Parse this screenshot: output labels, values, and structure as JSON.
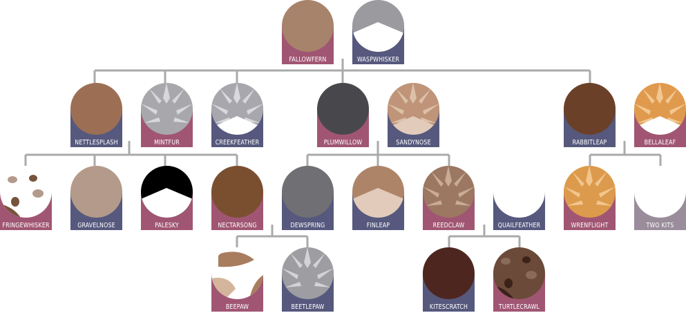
{
  "colors": {
    "female": "#a05672",
    "male": "#56597d",
    "unknown": "#9a8c9a",
    "connector": "#aaaaaa"
  },
  "cats": [
    {
      "id": "fallowfern",
      "name": "FALLOWFERN",
      "sex": "female",
      "pelt": "solid",
      "c1": "#a8836b"
    },
    {
      "id": "waspwhisker",
      "name": "WASPWHISKER",
      "sex": "male",
      "pelt": "bicolor",
      "c1": "#9b9a9f"
    },
    {
      "id": "nettlesplash",
      "name": "NETTLESPLASH",
      "sex": "male",
      "pelt": "solid",
      "c1": "#9c6f55"
    },
    {
      "id": "mintfur",
      "name": "MINTFUR",
      "sex": "female",
      "pelt": "tabby",
      "c1": "#a8a8ac",
      "c2": "#d8d8dc"
    },
    {
      "id": "creekfeather",
      "name": "CREEKFEATHER",
      "sex": "male",
      "pelt": "tabby-white",
      "c1": "#a7a7ad",
      "c2": "#d9d9dd"
    },
    {
      "id": "plumwillow",
      "name": "PLUMWILLOW",
      "sex": "female",
      "pelt": "solid",
      "c1": "#48484c"
    },
    {
      "id": "sandynose",
      "name": "SANDYNOSE",
      "sex": "male",
      "pelt": "tabby-white",
      "c1": "#bf9478",
      "c2": "#dcc0a8",
      "c3": "#e2cbbb"
    },
    {
      "id": "rabbitleap",
      "name": "RABBITLEAP",
      "sex": "male",
      "pelt": "solid",
      "c1": "#6b4029"
    },
    {
      "id": "bellaleaf",
      "name": "BELLALEAF",
      "sex": "female",
      "pelt": "tabby-white",
      "c1": "#e09a4e",
      "c2": "#f2c891"
    },
    {
      "id": "fringewhisker",
      "name": "FRINGEWHISKER",
      "sex": "female",
      "pelt": "spotted",
      "c1": "#ffffff",
      "c2": "#b39b8c",
      "c3": "#77533d"
    },
    {
      "id": "gravelnose",
      "name": "GRAVELNOSE",
      "sex": "male",
      "pelt": "solid",
      "c1": "#b49a8a"
    },
    {
      "id": "palesky",
      "name": "PALESKY",
      "sex": "female",
      "pelt": "bicolor",
      "c1": "#000000"
    },
    {
      "id": "nectarsong",
      "name": "NECTARSONG",
      "sex": "female",
      "pelt": "solid",
      "c1": "#7a4f30"
    },
    {
      "id": "dewspring",
      "name": "DEWSPRING",
      "sex": "male",
      "pelt": "solid",
      "c1": "#6f6f74"
    },
    {
      "id": "finleap",
      "name": "FINLEAP",
      "sex": "male",
      "pelt": "bicolor",
      "c1": "#ae8468",
      "c3": "#e2cbbb"
    },
    {
      "id": "reedclaw",
      "name": "REEDCLAW",
      "sex": "female",
      "pelt": "tabby",
      "c1": "#9c7762",
      "c2": "#c9ab96"
    },
    {
      "id": "quailfeather",
      "name": "QUAILFEATHER",
      "sex": "male",
      "pelt": "solid",
      "c1": "#ffffff"
    },
    {
      "id": "rabbitleap_kit_wrenflight",
      "name": "WRENFLIGHT",
      "sex": "female",
      "pelt": "tabby",
      "c1": "#dc9a4c",
      "c2": "#f2c58e"
    },
    {
      "id": "twokits",
      "name": "TWO KITS",
      "sex": "unknown",
      "pelt": "solid",
      "c1": "#ffffff"
    },
    {
      "id": "beepaw",
      "name": "BEEPAW",
      "sex": "female",
      "pelt": "tortie",
      "c1": "#ffffff",
      "c2": "#a87d5e",
      "c3": "#d4b59c"
    },
    {
      "id": "beetlepaw",
      "name": "BEETLEPAW",
      "sex": "male",
      "pelt": "tabby",
      "c1": "#9d9da2",
      "c2": "#d3d3d7"
    },
    {
      "id": "kitescratch",
      "name": "KITESCRATCH",
      "sex": "male",
      "pelt": "solid",
      "c1": "#4e2620"
    },
    {
      "id": "turtlecrawl",
      "name": "TURTLECRAWL",
      "sex": "female",
      "pelt": "spotted",
      "c1": "#6b4a3a",
      "c2": "#8a6a58",
      "c3": "#3b2219"
    }
  ]
}
